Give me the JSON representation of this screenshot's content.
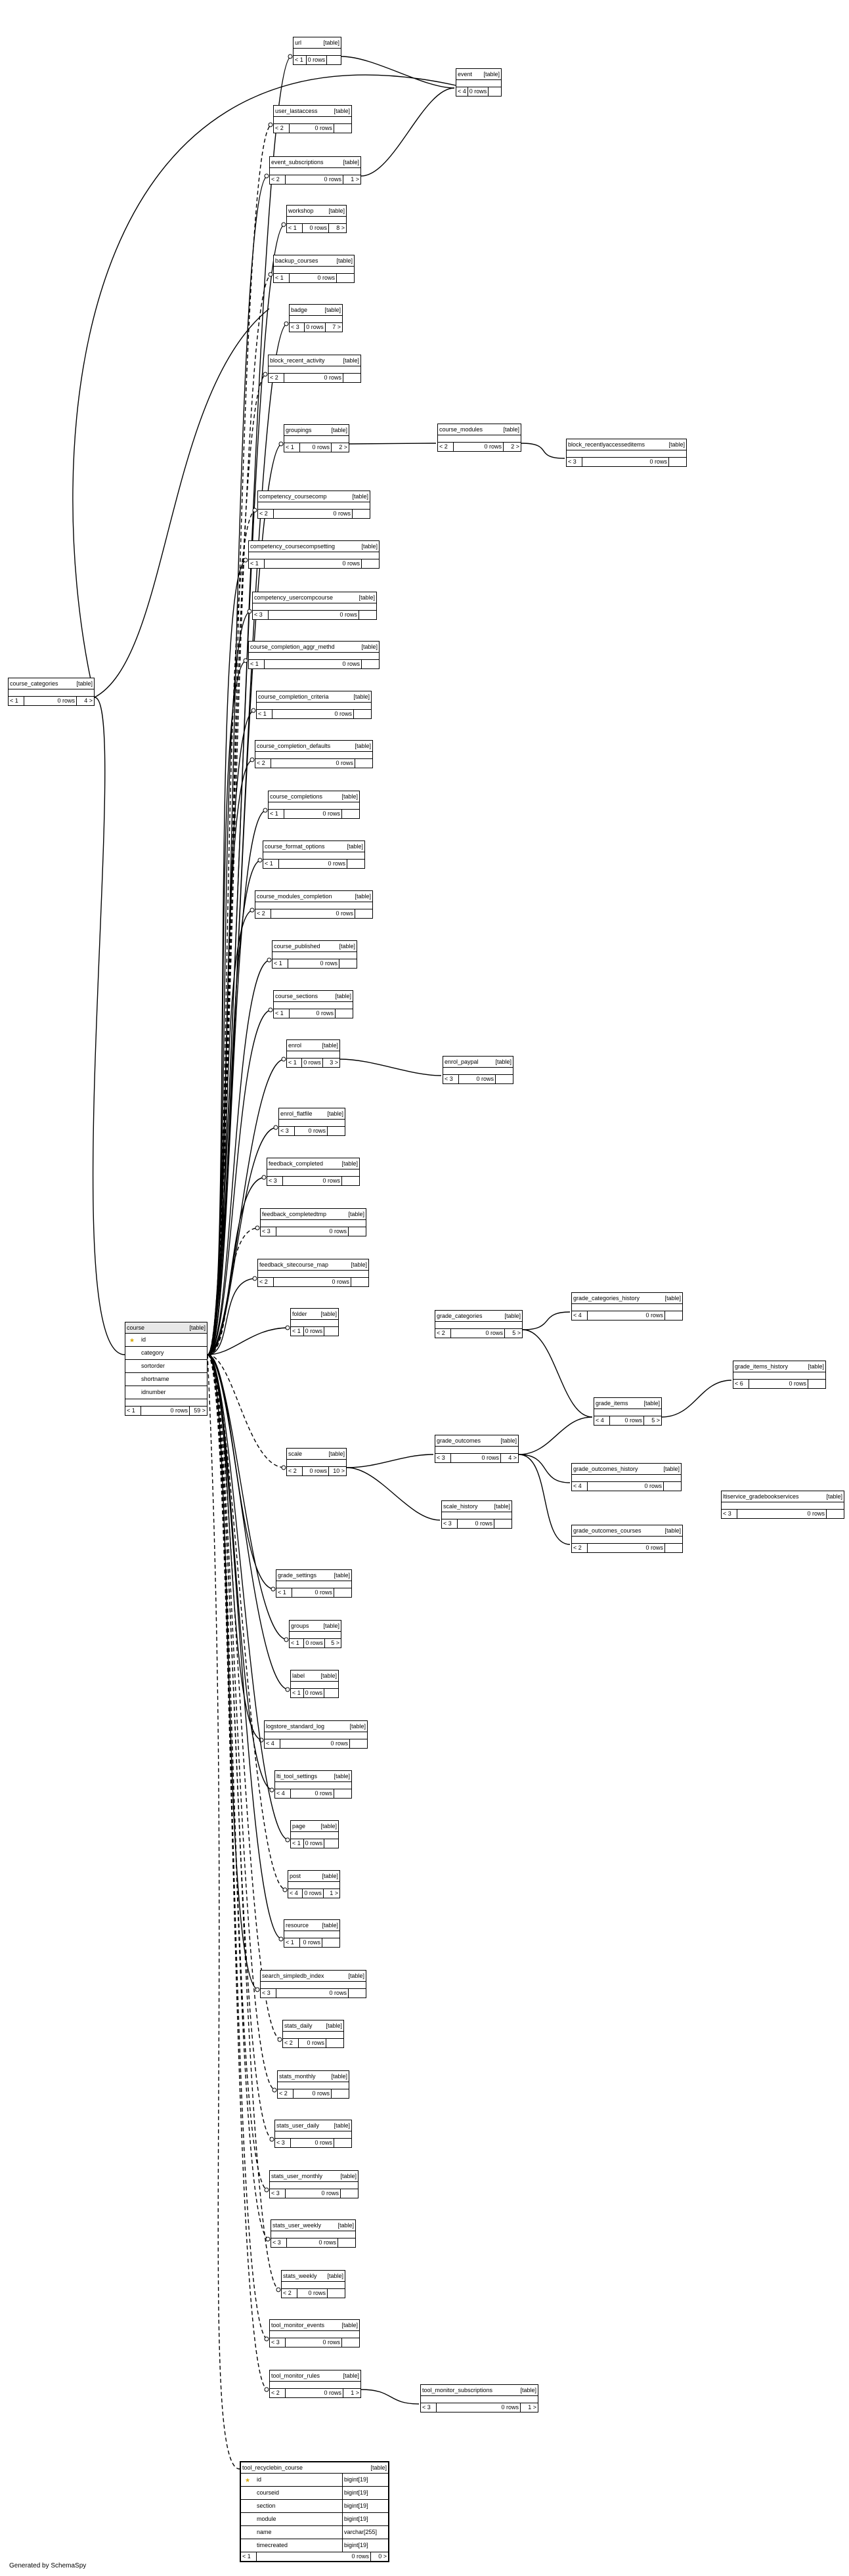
{
  "footer_text": "Generated by SchemaSpy",
  "table_tag": "[table]",
  "tables": {
    "url": {
      "name": "url",
      "parents": "< 1",
      "rows": "0 rows",
      "children": ""
    },
    "event": {
      "name": "event",
      "parents": "< 4",
      "rows": "0 rows",
      "children": ""
    },
    "user_lastaccess": {
      "name": "user_lastaccess",
      "parents": "< 2",
      "rows": "0 rows",
      "children": ""
    },
    "event_subscriptions": {
      "name": "event_subscriptions",
      "parents": "< 2",
      "rows": "0 rows",
      "children": "1 >"
    },
    "workshop": {
      "name": "workshop",
      "parents": "< 1",
      "rows": "0 rows",
      "children": "8 >"
    },
    "backup_courses": {
      "name": "backup_courses",
      "parents": "< 1",
      "rows": "0 rows",
      "children": ""
    },
    "badge": {
      "name": "badge",
      "parents": "< 3",
      "rows": "0 rows",
      "children": "7 >"
    },
    "block_recent_activity": {
      "name": "block_recent_activity",
      "parents": "< 2",
      "rows": "0 rows",
      "children": ""
    },
    "groupings": {
      "name": "groupings",
      "parents": "< 1",
      "rows": "0 rows",
      "children": "2 >"
    },
    "course_modules": {
      "name": "course_modules",
      "parents": "< 2",
      "rows": "0 rows",
      "children": "2 >"
    },
    "block_recentlyaccesseditems": {
      "name": "block_recentlyaccesseditems",
      "parents": "< 3",
      "rows": "0 rows",
      "children": ""
    },
    "competency_coursecomp": {
      "name": "competency_coursecomp",
      "parents": "< 2",
      "rows": "0 rows",
      "children": ""
    },
    "competency_coursecompsetting": {
      "name": "competency_coursecompsetting",
      "parents": "< 1",
      "rows": "0 rows",
      "children": ""
    },
    "competency_usercompcourse": {
      "name": "competency_usercompcourse",
      "parents": "< 3",
      "rows": "0 rows",
      "children": ""
    },
    "course_completion_aggr_methd": {
      "name": "course_completion_aggr_methd",
      "parents": "< 1",
      "rows": "0 rows",
      "children": ""
    },
    "course_categories": {
      "name": "course_categories",
      "parents": "< 1",
      "rows": "0 rows",
      "children": "4 >"
    },
    "course_completion_criteria": {
      "name": "course_completion_criteria",
      "parents": "< 1",
      "rows": "0 rows",
      "children": ""
    },
    "course_completion_defaults": {
      "name": "course_completion_defaults",
      "parents": "< 2",
      "rows": "0 rows",
      "children": ""
    },
    "course_completions": {
      "name": "course_completions",
      "parents": "< 1",
      "rows": "0 rows",
      "children": ""
    },
    "course_format_options": {
      "name": "course_format_options",
      "parents": "< 1",
      "rows": "0 rows",
      "children": ""
    },
    "course_modules_completion": {
      "name": "course_modules_completion",
      "parents": "< 2",
      "rows": "0 rows",
      "children": ""
    },
    "course_published": {
      "name": "course_published",
      "parents": "< 1",
      "rows": "0 rows",
      "children": ""
    },
    "course_sections": {
      "name": "course_sections",
      "parents": "< 1",
      "rows": "0 rows",
      "children": ""
    },
    "enrol": {
      "name": "enrol",
      "parents": "< 1",
      "rows": "0 rows",
      "children": "3 >"
    },
    "enrol_paypal": {
      "name": "enrol_paypal",
      "parents": "< 3",
      "rows": "0 rows",
      "children": ""
    },
    "enrol_flatfile": {
      "name": "enrol_flatfile",
      "parents": "< 3",
      "rows": "0 rows",
      "children": ""
    },
    "feedback_completed": {
      "name": "feedback_completed",
      "parents": "< 3",
      "rows": "0 rows",
      "children": ""
    },
    "feedback_completedtmp": {
      "name": "feedback_completedtmp",
      "parents": "< 3",
      "rows": "0 rows",
      "children": ""
    },
    "feedback_sitecourse_map": {
      "name": "feedback_sitecourse_map",
      "parents": "< 2",
      "rows": "0 rows",
      "children": ""
    },
    "folder": {
      "name": "folder",
      "parents": "< 1",
      "rows": "0 rows",
      "children": ""
    },
    "grade_categories": {
      "name": "grade_categories",
      "parents": "< 2",
      "rows": "0 rows",
      "children": "5 >"
    },
    "grade_categories_history": {
      "name": "grade_categories_history",
      "parents": "< 4",
      "rows": "0 rows",
      "children": ""
    },
    "grade_items_history": {
      "name": "grade_items_history",
      "parents": "< 6",
      "rows": "0 rows",
      "children": ""
    },
    "grade_items": {
      "name": "grade_items",
      "parents": "< 4",
      "rows": "0 rows",
      "children": "5 >"
    },
    "grade_outcomes": {
      "name": "grade_outcomes",
      "parents": "< 3",
      "rows": "0 rows",
      "children": "4 >"
    },
    "scale": {
      "name": "scale",
      "parents": "< 2",
      "rows": "0 rows",
      "children": "10 >"
    },
    "grade_outcomes_history": {
      "name": "grade_outcomes_history",
      "parents": "< 4",
      "rows": "0 rows",
      "children": ""
    },
    "ltiservice_gradebookservices": {
      "name": "ltiservice_gradebookservices",
      "parents": "< 3",
      "rows": "0 rows",
      "children": ""
    },
    "scale_history": {
      "name": "scale_history",
      "parents": "< 3",
      "rows": "0 rows",
      "children": ""
    },
    "grade_outcomes_courses": {
      "name": "grade_outcomes_courses",
      "parents": "< 2",
      "rows": "0 rows",
      "children": ""
    },
    "grade_settings": {
      "name": "grade_settings",
      "parents": "< 1",
      "rows": "0 rows",
      "children": ""
    },
    "groups": {
      "name": "groups",
      "parents": "< 1",
      "rows": "0 rows",
      "children": "5 >"
    },
    "label": {
      "name": "label",
      "parents": "< 1",
      "rows": "0 rows",
      "children": ""
    },
    "logstore_standard_log": {
      "name": "logstore_standard_log",
      "parents": "< 4",
      "rows": "0 rows",
      "children": ""
    },
    "lti_tool_settings": {
      "name": "lti_tool_settings",
      "parents": "< 4",
      "rows": "0 rows",
      "children": ""
    },
    "page": {
      "name": "page",
      "parents": "< 1",
      "rows": "0 rows",
      "children": ""
    },
    "post": {
      "name": "post",
      "parents": "< 4",
      "rows": "0 rows",
      "children": "1 >"
    },
    "resource": {
      "name": "resource",
      "parents": "< 1",
      "rows": "0 rows",
      "children": ""
    },
    "search_simpledb_index": {
      "name": "search_simpledb_index",
      "parents": "< 3",
      "rows": "0 rows",
      "children": ""
    },
    "stats_daily": {
      "name": "stats_daily",
      "parents": "< 2",
      "rows": "0 rows",
      "children": ""
    },
    "stats_monthly": {
      "name": "stats_monthly",
      "parents": "< 2",
      "rows": "0 rows",
      "children": ""
    },
    "stats_user_daily": {
      "name": "stats_user_daily",
      "parents": "< 3",
      "rows": "0 rows",
      "children": ""
    },
    "stats_user_monthly": {
      "name": "stats_user_monthly",
      "parents": "< 3",
      "rows": "0 rows",
      "children": ""
    },
    "stats_user_weekly": {
      "name": "stats_user_weekly",
      "parents": "< 3",
      "rows": "0 rows",
      "children": ""
    },
    "stats_weekly": {
      "name": "stats_weekly",
      "parents": "< 2",
      "rows": "0 rows",
      "children": ""
    },
    "tool_monitor_events": {
      "name": "tool_monitor_events",
      "parents": "< 3",
      "rows": "0 rows",
      "children": ""
    },
    "tool_monitor_rules": {
      "name": "tool_monitor_rules",
      "parents": "< 2",
      "rows": "0 rows",
      "children": "1 >"
    },
    "tool_monitor_subscriptions": {
      "name": "tool_monitor_subscriptions",
      "parents": "< 3",
      "rows": "0 rows",
      "children": "1 >"
    }
  },
  "course": {
    "name": "course",
    "columns": [
      "id",
      "category",
      "sortorder",
      "shortname",
      "idnumber"
    ],
    "parents": "< 1",
    "rows": "0 rows",
    "children": "59 >"
  },
  "tool_recyclebin_course": {
    "name": "tool_recyclebin_course",
    "columns": [
      {
        "name": "id",
        "type": "bigint[19]"
      },
      {
        "name": "courseid",
        "type": "bigint[19]"
      },
      {
        "name": "section",
        "type": "bigint[19]"
      },
      {
        "name": "module",
        "type": "bigint[19]"
      },
      {
        "name": "name",
        "type": "varchar[255]"
      },
      {
        "name": "timecreated",
        "type": "bigint[19]"
      }
    ],
    "parents": "< 1",
    "rows": "0 rows",
    "children": "0 >"
  }
}
